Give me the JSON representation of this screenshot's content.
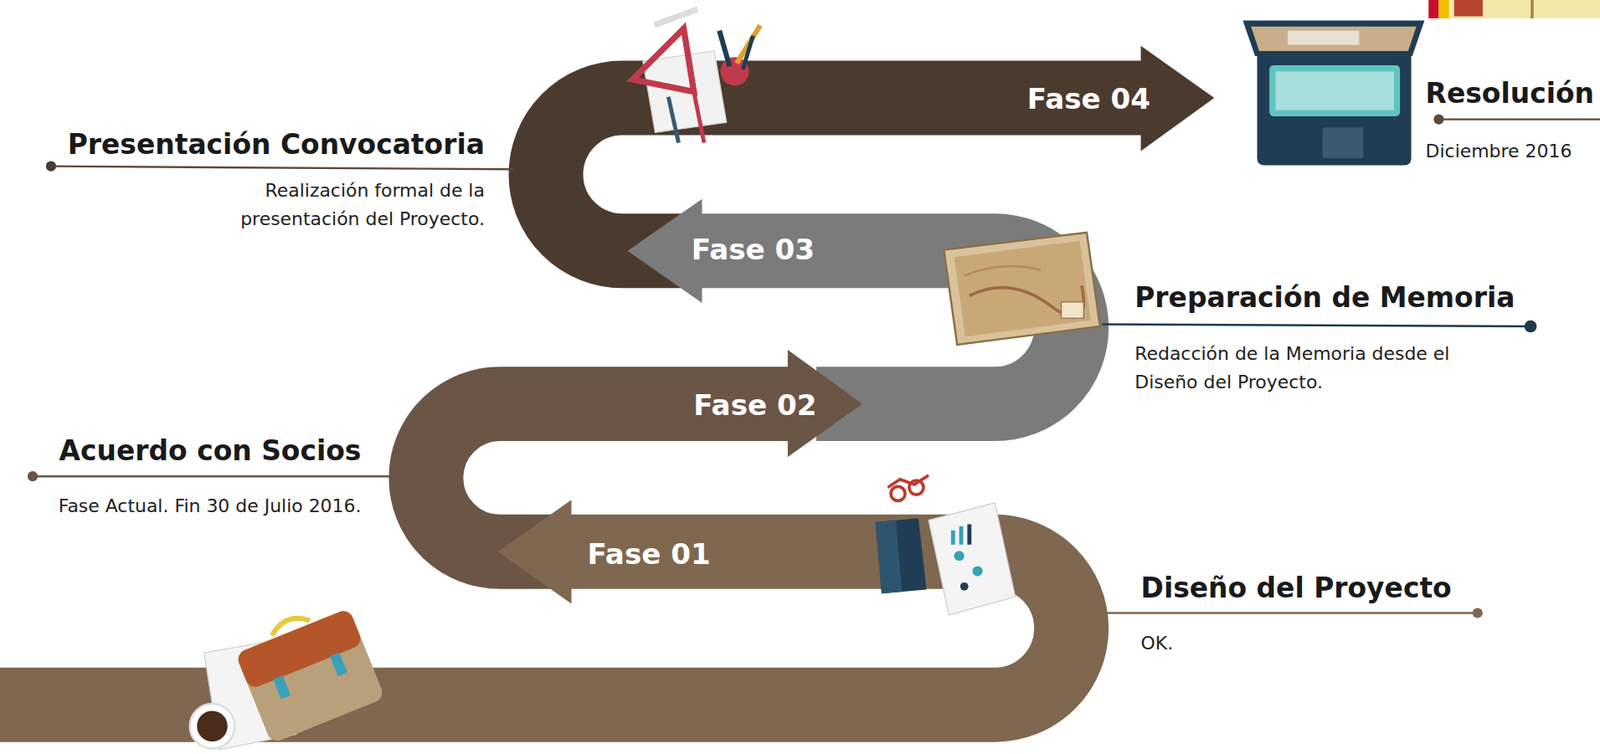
{
  "diagram": {
    "nodes": [
      {
        "text": [
          "Fase 01"
        ]
      },
      {
        "text": [
          "Fase 02"
        ]
      },
      {
        "text": [
          "Fase 03"
        ]
      },
      {
        "text": [
          "Fase 04"
        ]
      }
    ],
    "labels": [
      "Presentación Convocatoria",
      "Realización formal de la presentación del Proyecto.",
      "Resolución",
      "Diciembre 2016",
      "Preparación de Memoria",
      "Redacción de la Memoria desde el Diseño del Proyecto.",
      "Acuerdo con Socios",
      "Fase Actual. Fin 30 de Julio 2016.",
      "Diseño del Proyecto",
      "OK."
    ]
  }
}
